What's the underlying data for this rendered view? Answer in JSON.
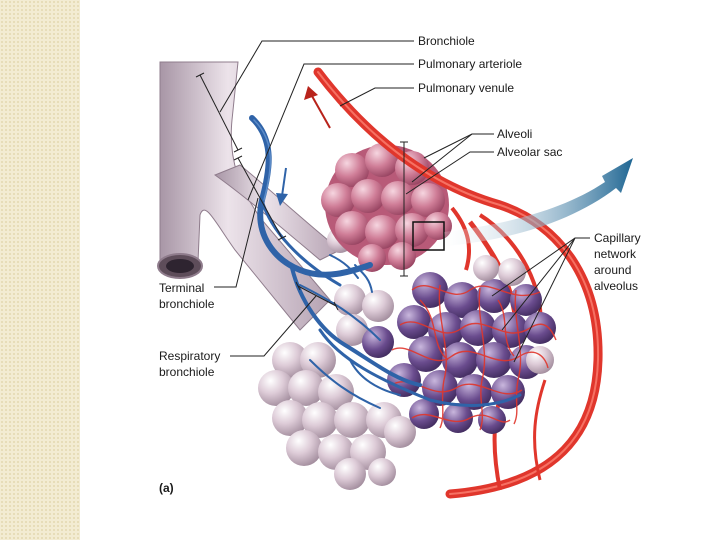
{
  "labels": {
    "bronchiole": "Bronchiole",
    "pulmonary_arteriole": "Pulmonary arteriole",
    "pulmonary_venule": "Pulmonary venule",
    "alveoli": "Alveoli",
    "alveolar_sac": "Alveolar sac",
    "capillary_line1": "Capillary",
    "capillary_line2": "network",
    "capillary_line3": "around",
    "capillary_line4": "alveolus",
    "terminal_line1": "Terminal",
    "terminal_line2": "bronchiole",
    "respiratory_line1": "Respiratory",
    "respiratory_line2": "bronchiole",
    "panel": "(a)"
  },
  "colors": {
    "side_strip": "#f3ecd2",
    "airway": "#c9b8c6",
    "alveolus": "#d9c8d4",
    "alveolar_sac": "#c8738c",
    "artery_blue": "#2f63a8",
    "vessel_red": "#e0362c",
    "capillary_purple": "#6a4c8e",
    "arrow_blue": "#2a6f9e"
  }
}
